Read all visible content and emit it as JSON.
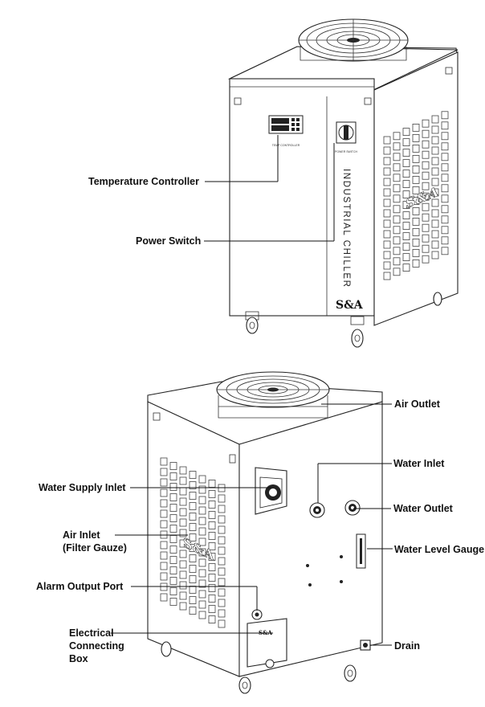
{
  "front_view": {
    "callouts": {
      "temperature_controller": "Temperature Controller",
      "power_switch": "Power Switch"
    },
    "panel_text": {
      "product_name": "INDUSTRIAL CHILLER",
      "logo": "S&A",
      "controller_caption": "TEMP CONTROLLER",
      "switch_caption": "POWER SWITCH"
    }
  },
  "rear_view": {
    "callouts": {
      "air_outlet": "Air Outlet",
      "water_inlet": "Water Inlet",
      "water_supply_inlet": "Water Supply Inlet",
      "water_outlet": "Water Outlet",
      "air_inlet_line1": "Air Inlet",
      "air_inlet_line2": "(Filter Gauze)",
      "water_level_gauge": "Water Level Gauge",
      "alarm_output_port": "Alarm Output Port",
      "electrical_line1": "Electrical",
      "electrical_line2": "Connecting",
      "electrical_line3": "Box",
      "drain": "Drain"
    },
    "panel_text": {
      "logo": "S&A"
    }
  },
  "colors": {
    "line": "#111111",
    "background": "#ffffff"
  }
}
